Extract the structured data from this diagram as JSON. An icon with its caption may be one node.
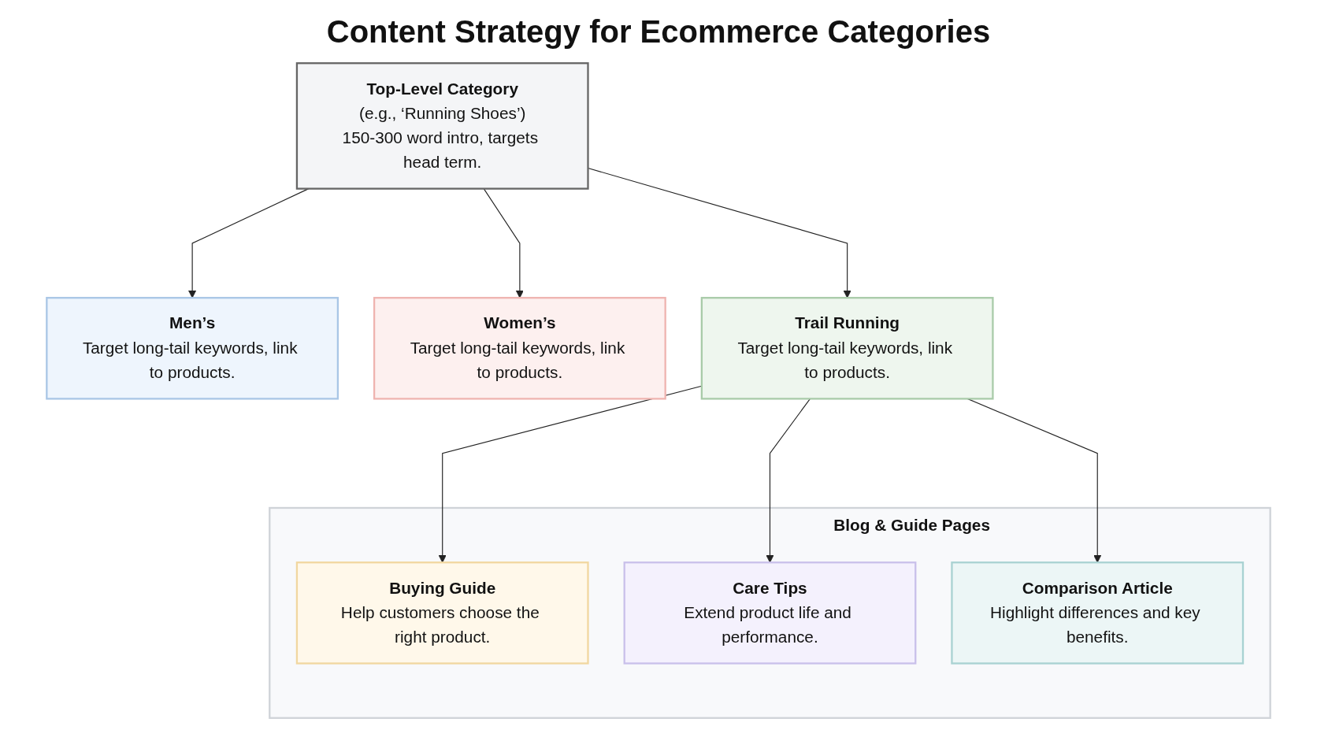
{
  "diagram": {
    "title": "Content Strategy for Ecommerce Categories",
    "nodes": [
      {
        "text": [
          "Top-Level Category",
          "(e.g., ‘Running Shoes’)",
          "150-300 word intro, targets head term."
        ]
      },
      {
        "text": [
          "Men’s",
          "Target long-tail keywords, link to products."
        ]
      },
      {
        "text": [
          "Women’s",
          "Target long-tail keywords, link to products."
        ]
      },
      {
        "text": [
          "Trail Running",
          "Target long-tail keywords, link to products."
        ]
      },
      {
        "text": [
          "Blog & Guide Pages"
        ]
      },
      {
        "text": [
          "Buying Guide",
          "Help customers choose the right product."
        ],
        "in": 4
      },
      {
        "text": [
          "Care Tips",
          "Extend product life and performance."
        ],
        "in": 4
      },
      {
        "text": [
          "Comparison Article",
          "Highlight differences and key benefits."
        ],
        "in": 4
      }
    ],
    "edges": [
      {
        "from": 0,
        "to": 1,
        "arrow": "to"
      },
      {
        "from": 0,
        "to": 2,
        "arrow": "to"
      },
      {
        "from": 0,
        "to": 3,
        "arrow": "to"
      },
      {
        "from": 3,
        "to": 5,
        "arrow": "to"
      },
      {
        "from": 3,
        "to": 6,
        "arrow": "to"
      },
      {
        "from": 3,
        "to": 7,
        "arrow": "to"
      }
    ]
  }
}
